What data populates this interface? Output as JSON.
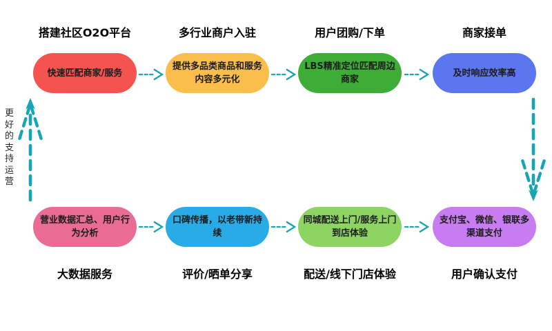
{
  "diagram": {
    "side_label": "更好的支持运营",
    "arrow_color": "#17a5b5",
    "top_row": [
      {
        "title": "搭建社区O2O平台",
        "text": "快速匹配商家/服务",
        "color": "#f4534f"
      },
      {
        "title": "多行业商户入驻",
        "text": "提供多品类商品和服务内容多元化",
        "color": "#f9be4c"
      },
      {
        "title": "用户团购/下单",
        "text": "LBS精准定位匹配周边商家",
        "color": "#3ead37"
      },
      {
        "title": "商家接单",
        "text": "及时响应效率高",
        "color": "#5b76ef"
      }
    ],
    "bottom_row": [
      {
        "label": "大数据服务",
        "text": "营业数据汇总、用户行为分析",
        "color": "#ea6b93"
      },
      {
        "label": "评价/晒单分享",
        "text": "口碑传播，以老带新持续",
        "color": "#29abe8"
      },
      {
        "label": "配送/线下门店体验",
        "text": "同城配送上门/服务上门到店体验",
        "color": "#8dd462"
      },
      {
        "label": "用户确认支付",
        "text": "支付宝、微信、银联多渠道支付",
        "color": "#c77df1"
      }
    ]
  }
}
